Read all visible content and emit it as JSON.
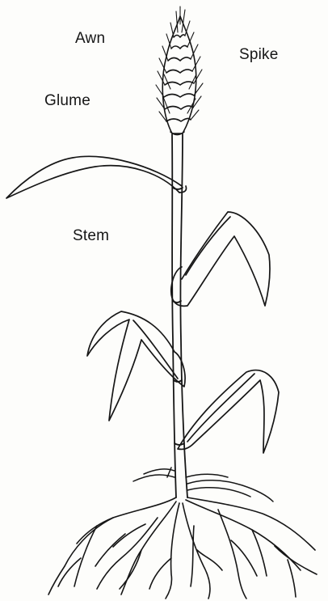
{
  "diagram": {
    "labels": {
      "awn": "Awn",
      "spike": "Spike",
      "glume": "Glume",
      "stem": "Stem"
    },
    "colors": {
      "ink": "#161616",
      "paper": "#fdfdfb"
    }
  }
}
